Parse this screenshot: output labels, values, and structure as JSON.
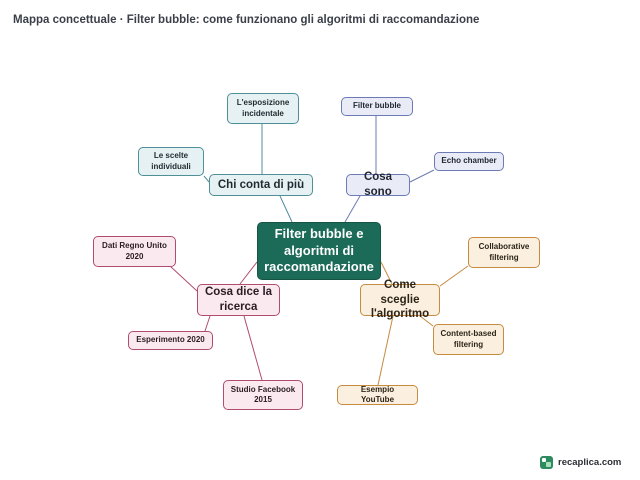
{
  "header": {
    "title": "Mappa concettuale · Filter bubble: come funzionano gli algoritmi di raccomandazione"
  },
  "center": {
    "label": "Filter bubble e algoritmi di raccomandazione"
  },
  "branches": {
    "chi_conta": {
      "label": "Chi conta di più",
      "leaves": [
        "L'esposizione incidentale",
        "Le scelte individuali"
      ]
    },
    "cosa_sono": {
      "label": "Cosa sono",
      "leaves": [
        "Filter bubble",
        "Echo chamber"
      ]
    },
    "cosa_dice": {
      "label": "Cosa dice la ricerca",
      "leaves": [
        "Dati Regno Unito 2020",
        "Esperimento 2020",
        "Studio Facebook 2015"
      ]
    },
    "come_sceglie": {
      "label": "Come sceglie l'algoritmo",
      "leaves": [
        "Collaborative filtering",
        "Content-based filtering",
        "Esempio YouTube"
      ]
    }
  },
  "colors": {
    "center": "#1c6a58",
    "teal": "#4e8f98",
    "blue": "#6c7bb5",
    "pink": "#b04c71",
    "peach": "#c68a40"
  },
  "footer": {
    "brand": "recaplica.com",
    "brand_icon": "recaplica-logo-icon"
  }
}
